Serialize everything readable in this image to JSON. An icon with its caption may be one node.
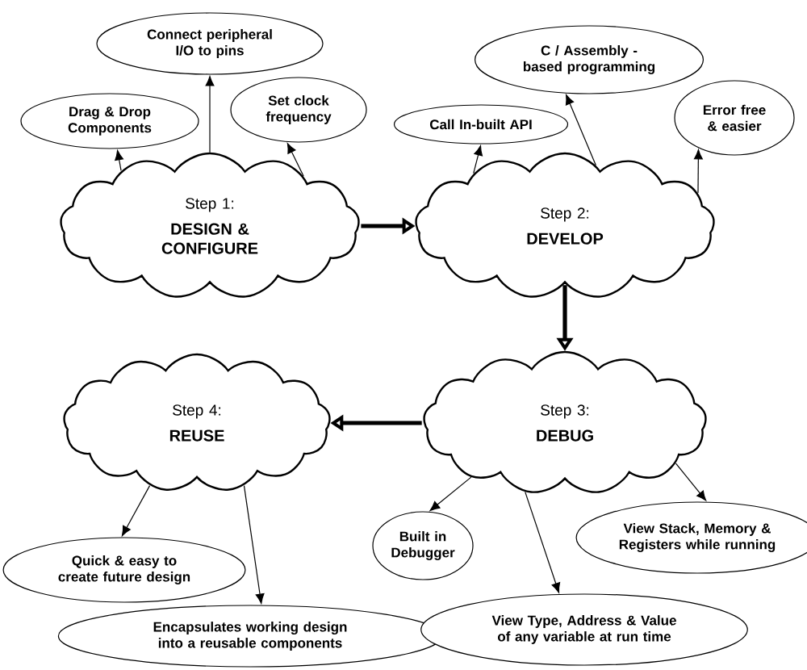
{
  "diagram": {
    "nodes": [
      {
        "text": [
          "Drag & Drop Components"
        ]
      },
      {
        "text": [
          "Connect peripheral I/O to pins"
        ]
      },
      {
        "text": [
          "Set clock frequency"
        ]
      },
      {
        "text": [
          "Step 1:",
          "DESIGN & CONFIGURE"
        ]
      },
      {
        "text": [
          "C / Assembly - based programming"
        ]
      },
      {
        "text": [
          "Call In-built API"
        ]
      },
      {
        "text": [
          "Error free & easier"
        ]
      },
      {
        "text": [
          "Step 2:",
          "DEVELOP"
        ]
      },
      {
        "text": [
          "Step 4:",
          "REUSE"
        ]
      },
      {
        "text": [
          "Step 3:",
          "DEBUG"
        ]
      },
      {
        "text": [
          "Quick & easy to create future design"
        ]
      },
      {
        "text": [
          "Built in Debugger"
        ]
      },
      {
        "text": [
          "View Stack, Memory & Registers while running"
        ]
      },
      {
        "text": [
          "Encapsulates working design into a reusable components"
        ]
      },
      {
        "text": [
          "View Type, Address & Value of any variable at run time"
        ]
      }
    ],
    "edges": [
      {
        "from": 3,
        "to": 0,
        "arrow": "to"
      },
      {
        "from": 3,
        "to": 1,
        "arrow": "to"
      },
      {
        "from": 3,
        "to": 2,
        "arrow": "to"
      },
      {
        "from": 3,
        "to": 7,
        "arrow": "to",
        "style": "thick"
      },
      {
        "from": 7,
        "to": 5,
        "arrow": "to"
      },
      {
        "from": 7,
        "to": 4,
        "arrow": "to"
      },
      {
        "from": 7,
        "to": 6,
        "arrow": "to"
      },
      {
        "from": 7,
        "to": 9,
        "arrow": "to",
        "style": "thick"
      },
      {
        "from": 9,
        "to": 8,
        "arrow": "to",
        "style": "thick"
      },
      {
        "from": 8,
        "to": 10,
        "arrow": "to"
      },
      {
        "from": 8,
        "to": 13,
        "arrow": "to"
      },
      {
        "from": 9,
        "to": 11,
        "arrow": "to"
      },
      {
        "from": 9,
        "to": 14,
        "arrow": "to"
      },
      {
        "from": 9,
        "to": 12,
        "arrow": "to"
      }
    ]
  }
}
